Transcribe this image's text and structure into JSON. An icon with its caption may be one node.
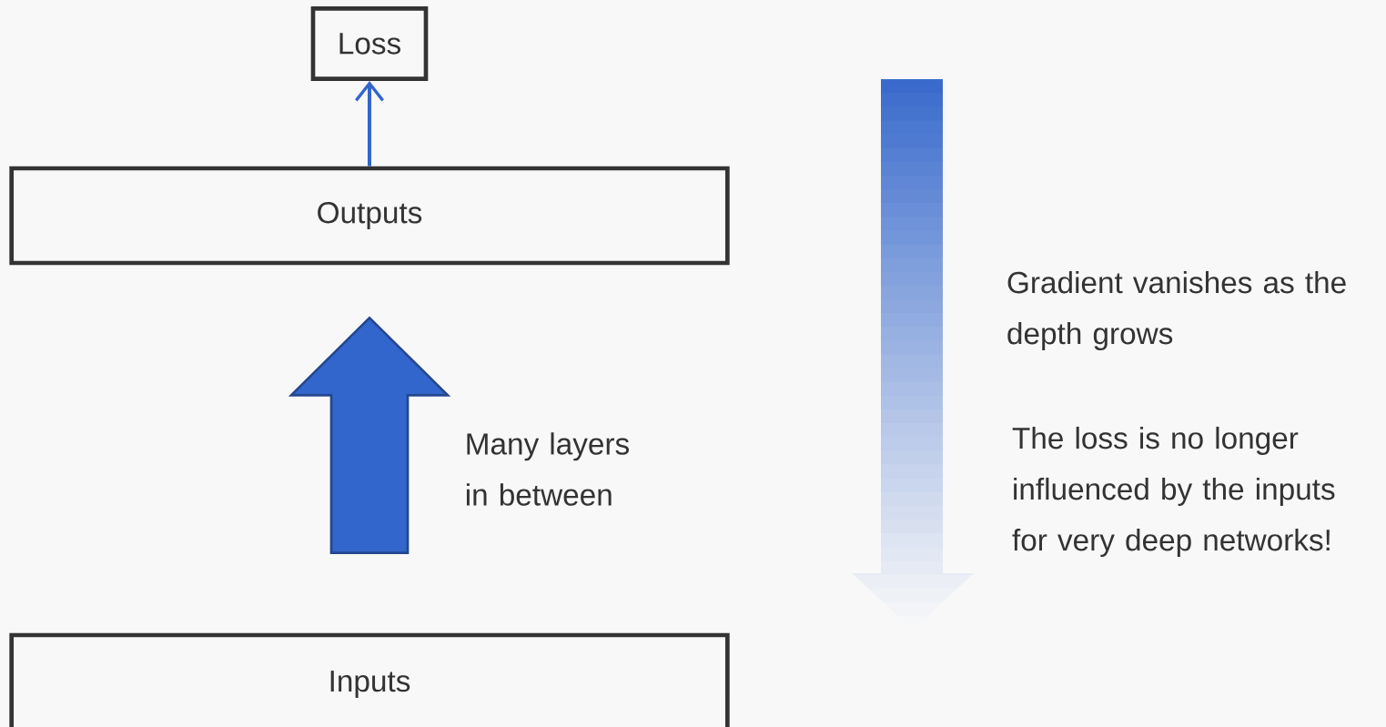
{
  "diagram": {
    "nodes": [
      {
        "text": [
          "Loss"
        ]
      },
      {
        "text": [
          "Outputs"
        ]
      },
      {
        "text": [
          "Inputs"
        ]
      }
    ],
    "edges": [
      {
        "from": 1,
        "to": 0,
        "arrow": "to",
        "color": "#3366cc"
      },
      {
        "from": 2,
        "to": 1,
        "arrow": "to",
        "style": "thick",
        "color": "#3366cc",
        "label": "Many layers in between"
      }
    ],
    "labels": [
      "Gradient vanishes as the depth grows",
      "The loss is no longer influenced by the inputs for very deep networks!"
    ]
  }
}
